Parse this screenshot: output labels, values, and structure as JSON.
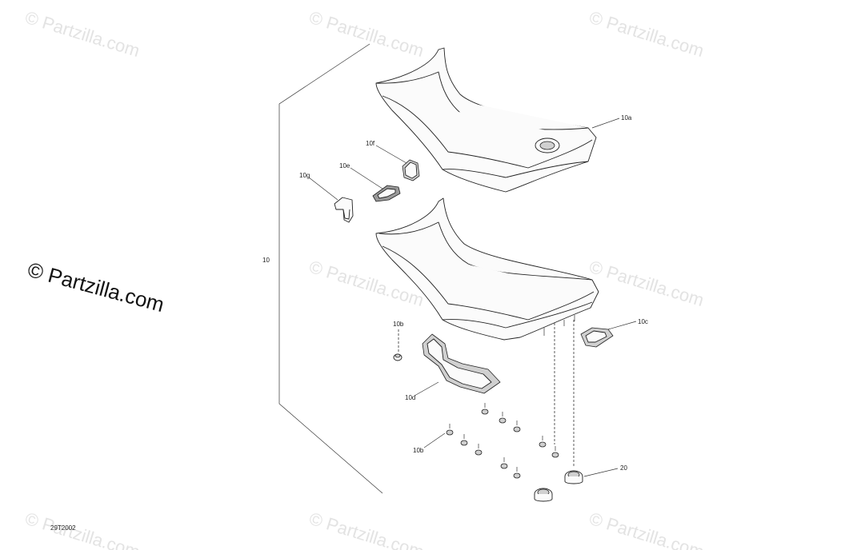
{
  "diagram": {
    "drawing_code": "29T2002",
    "callouts": {
      "c10": "10",
      "c10a": "10a",
      "c10b_upper": "10b",
      "c10b_lower": "10b",
      "c10c": "10c",
      "c10d": "10d",
      "c10e": "10e",
      "c10f": "10f",
      "c10g": "10g",
      "c20": "20"
    }
  },
  "watermark": {
    "text": "© Partzilla.com",
    "main_text": "© Partzilla.com"
  }
}
